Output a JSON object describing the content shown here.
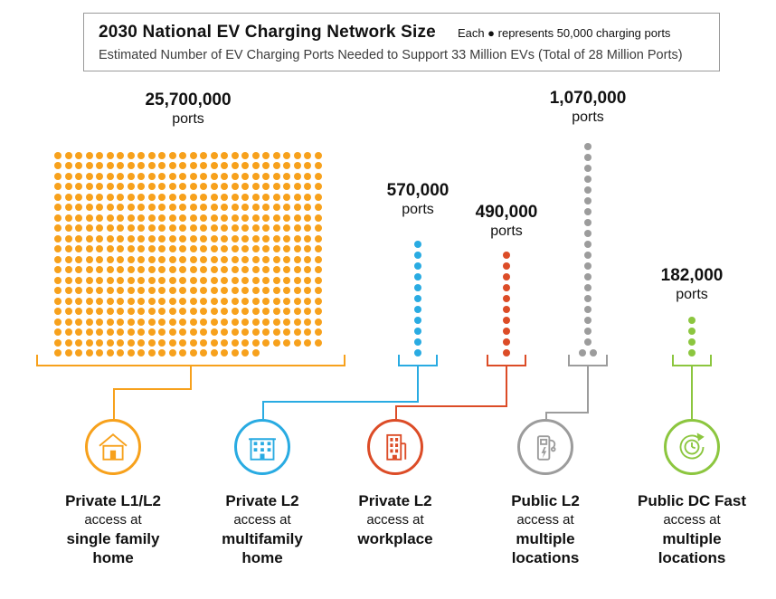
{
  "header": {
    "title": "2030 National EV Charging Network Size",
    "unit_note": "Each ● represents 50,000 charging ports",
    "subtitle": "Estimated Number of EV Charging Ports Needed to Support 33 Million EVs (Total of 28 Million Ports)"
  },
  "chart_data": {
    "type": "pictogram",
    "title": "2030 National EV Charging Network Size",
    "subtitle": "Estimated Number of EV Charging Ports Needed to Support 33 Million EVs (Total of 28 Million Ports)",
    "unit_value": 50000,
    "unit_label": "Each ● represents 50,000 charging ports",
    "total_ports": 28000000,
    "ports_unit": "ports",
    "categories": [
      {
        "name": "Private L1/L2",
        "access": "access at",
        "location": "single family\nhome",
        "ports": 25700000,
        "ports_label": "25,700,000",
        "dots": 514,
        "color": "#F7A11C",
        "icon": "single-family-home"
      },
      {
        "name": "Private L2",
        "access": "access at",
        "location": "multifamily\nhome",
        "ports": 570000,
        "ports_label": "570,000",
        "dots": 11,
        "color": "#29ABE2",
        "icon": "multifamily-home"
      },
      {
        "name": "Private L2",
        "access": "access at",
        "location": "workplace",
        "ports": 490000,
        "ports_label": "490,000",
        "dots": 10,
        "color": "#DC4C27",
        "icon": "workplace-building"
      },
      {
        "name": "Public L2",
        "access": "access at",
        "location": "multiple\nlocations",
        "ports": 1070000,
        "ports_label": "1,070,000",
        "dots": 21,
        "color": "#9C9C9C",
        "icon": "ev-charger"
      },
      {
        "name": "Public DC Fast",
        "access": "access at",
        "location": "multiple\nlocations",
        "ports": 182000,
        "ports_label": "182,000",
        "dots": 4,
        "color": "#8CC63F",
        "icon": "fast-clock"
      }
    ]
  }
}
